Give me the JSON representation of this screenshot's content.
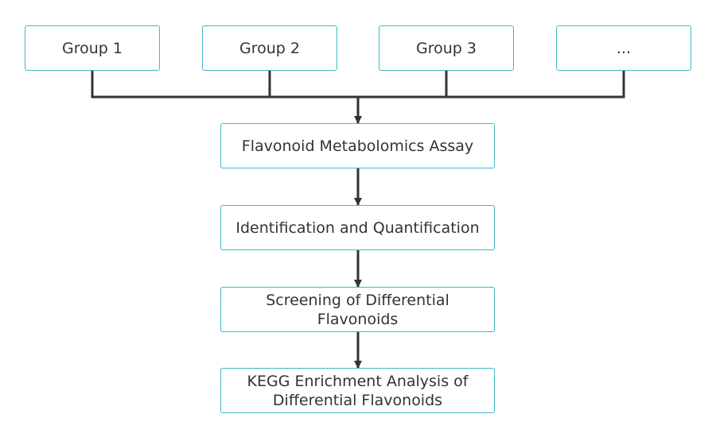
{
  "diagram": {
    "groups": [
      {
        "label": "Group 1"
      },
      {
        "label": "Group 2"
      },
      {
        "label": "Group 3"
      },
      {
        "label": "..."
      }
    ],
    "steps": [
      {
        "label": "Flavonoid Metabolomics Assay"
      },
      {
        "label": "Identification and Quantification"
      },
      {
        "label": "Screening of Differential Flavonoids"
      },
      {
        "label": "KEGG Enrichment Analysis of Differential Flavonoids"
      }
    ],
    "colors": {
      "box_border": "#3fb8c6",
      "connector": "#333333",
      "text": "#333333"
    }
  }
}
